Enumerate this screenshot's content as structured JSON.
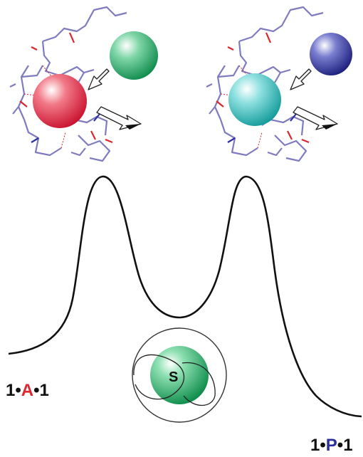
{
  "labels": {
    "left": {
      "pre": "1",
      "dot1": "•",
      "letter": "A",
      "dot2": "•",
      "post": "1"
    },
    "right": {
      "pre": "1",
      "dot1": "•",
      "letter": "P",
      "dot2": "•",
      "post": "1"
    },
    "center_sphere": "S"
  },
  "colors": {
    "sphere_red": "#e8344a",
    "sphere_green": "#1aa563",
    "sphere_teal": "#1fb3b3",
    "sphere_blue": "#2c2f9a",
    "label_A": "#e0262e",
    "label_P": "#2a2f9c",
    "curve": "#111111",
    "molecule_bond": "#8a86c2"
  },
  "icons": [
    "molecular-capsule",
    "guest-sphere",
    "exchange-arrow",
    "energy-curve"
  ]
}
